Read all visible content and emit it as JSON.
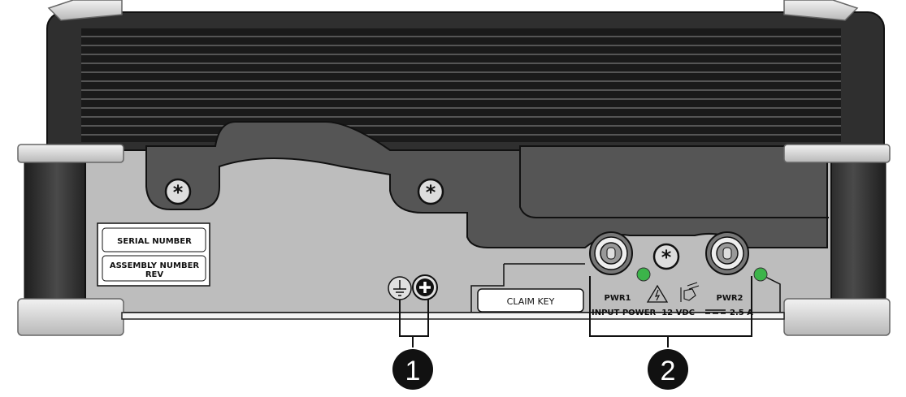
{
  "labels": {
    "serial_number": "SERIAL NUMBER",
    "assembly_number": "ASSEMBLY NUMBER",
    "rev": "REV",
    "claim_key": "CLAIM KEY",
    "pwr1": "PWR1",
    "pwr2": "PWR2",
    "input_power": "INPUT POWER  12 VDC",
    "current": "2.5 A"
  },
  "callouts": [
    {
      "number": "1",
      "target": "ground-and-positive-terminals"
    },
    {
      "number": "2",
      "target": "power-inputs"
    }
  ],
  "icons": [
    "ground-icon",
    "plus-terminal-icon",
    "screw-icon",
    "high-voltage-warning-icon",
    "read-manual-icon",
    "dc-symbol-icon"
  ],
  "colors": {
    "led": "#3cb44a",
    "panel": "#bdbdbd",
    "body": "#3a3a3a",
    "bumper": "#d9d9d9"
  }
}
